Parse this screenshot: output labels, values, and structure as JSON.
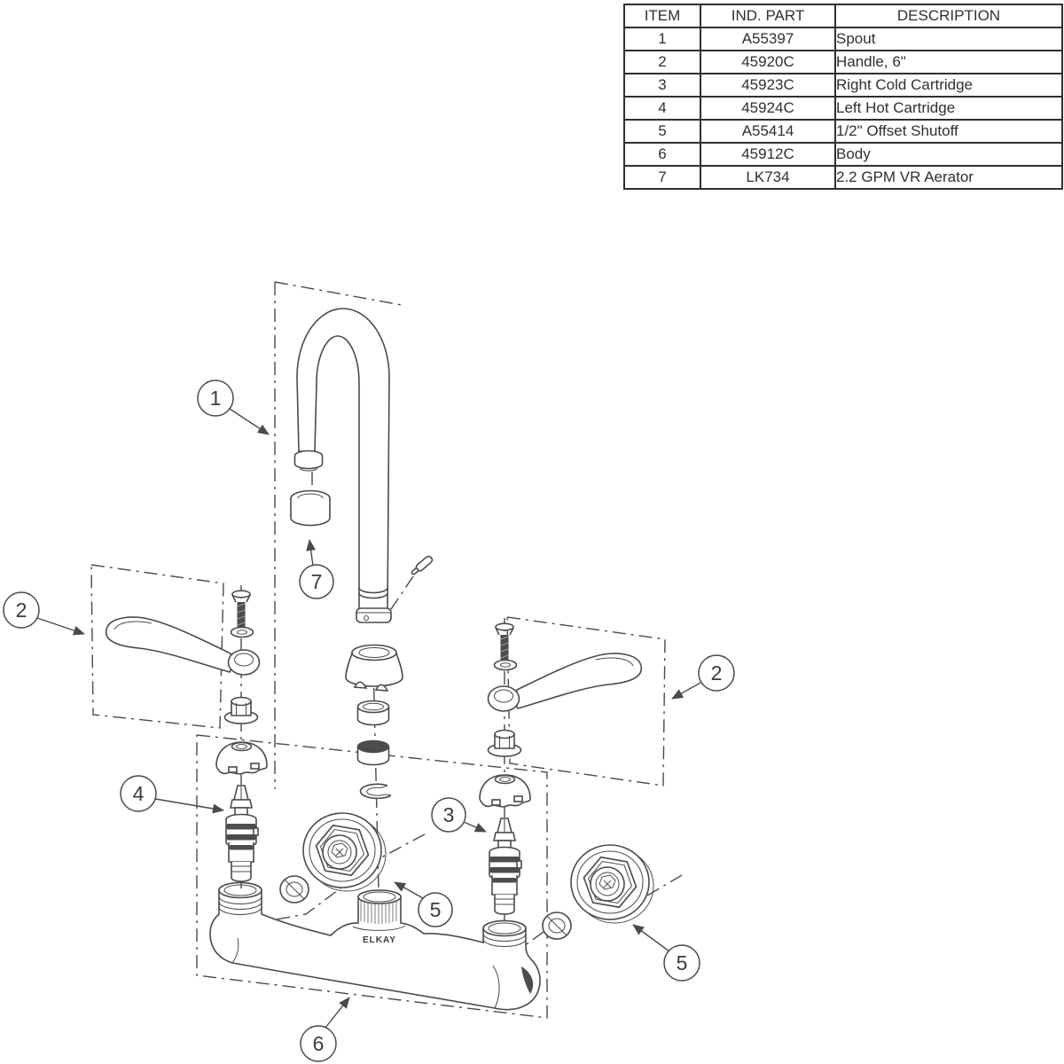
{
  "parts_table": {
    "headers": {
      "item": "ITEM",
      "part": "IND. PART",
      "description": "DESCRIPTION"
    },
    "rows": [
      {
        "item": "1",
        "part": "A55397",
        "description": "Spout"
      },
      {
        "item": "2",
        "part": "45920C",
        "description": "Handle, 6\""
      },
      {
        "item": "3",
        "part": "45923C",
        "description": "Right Cold Cartridge"
      },
      {
        "item": "4",
        "part": "45924C",
        "description": "Left Hot Cartridge"
      },
      {
        "item": "5",
        "part": "A55414",
        "description": "1/2\" Offset Shutoff"
      },
      {
        "item": "6",
        "part": "45912C",
        "description": "Body"
      },
      {
        "item": "7",
        "part": "LK734",
        "description": "2.2 GPM VR Aerator"
      }
    ]
  },
  "diagram": {
    "brand_mark": "ELKAY",
    "callouts": {
      "spout": "1",
      "handle_left": "2",
      "handle_right": "2",
      "right_cold_cartridge": "3",
      "left_hot_cartridge": "4",
      "offset_shutoff_center": "5",
      "offset_shutoff_right": "5",
      "body": "6",
      "aerator": "7"
    }
  },
  "colors": {
    "line": "#4a4a4a",
    "text": "#2f2f2f",
    "background": "#ffffff"
  }
}
